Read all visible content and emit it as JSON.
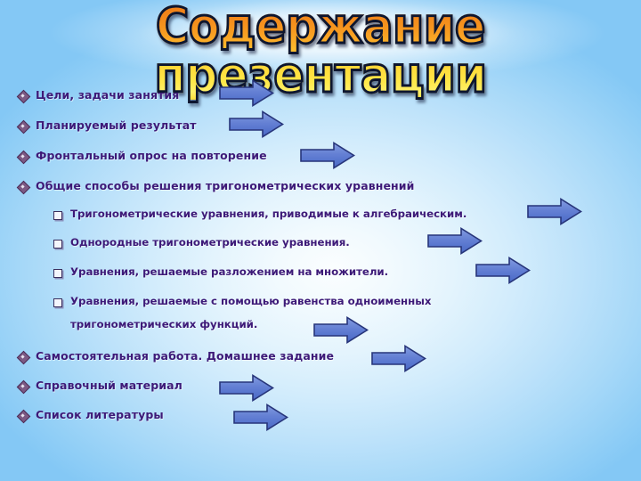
{
  "slide": {
    "title": "Содержание презентации",
    "title_colors": {
      "fill_top": "#ef7c16",
      "fill_bottom": "#ffe84a",
      "outline": "#0d1630"
    },
    "background": {
      "center": "#fbfeff",
      "edge": "#84c8f5"
    },
    "text_color": "#3d1a78",
    "arrow_color": "#5b78cf",
    "arrow_outline": "#2a3a80"
  },
  "outline": {
    "items": [
      {
        "level": 1,
        "bullet": "diamond-bullet",
        "text": "Цели, задачи занятия"
      },
      {
        "level": 1,
        "bullet": "diamond-bullet",
        "text": "Планируемый результат"
      },
      {
        "level": 1,
        "bullet": "diamond-bullet",
        "text": "Фронтальный опрос на повторение"
      },
      {
        "level": 1,
        "bullet": "diamond-bullet",
        "text": "Общие способы решения тригонометрических уравнений"
      },
      {
        "level": 2,
        "bullet": "square-bullet",
        "text": "Тригонометрические уравнения, приводимые к алгебраическим."
      },
      {
        "level": 2,
        "bullet": "square-bullet",
        "text": "Однородные тригонометрические уравнения."
      },
      {
        "level": 2,
        "bullet": "square-bullet",
        "text": "Уравнения, решаемые разложением на множители."
      },
      {
        "level": 2,
        "bullet": "square-bullet",
        "text": "Уравнения, решаемые с помощью равенства одноименных",
        "text_line2": "тригонометрических функций."
      },
      {
        "level": 1,
        "bullet": "diamond-bullet",
        "text": "Самостоятельная работа. Домашнее задание"
      },
      {
        "level": 1,
        "bullet": "diamond-bullet",
        "text": "Справочный материал"
      },
      {
        "level": 1,
        "bullet": "diamond-bullet",
        "text": "Список литературы"
      }
    ]
  },
  "arrows": [
    {
      "name": "arrow-1"
    },
    {
      "name": "arrow-2"
    },
    {
      "name": "arrow-3"
    },
    {
      "name": "arrow-4"
    },
    {
      "name": "arrow-5"
    },
    {
      "name": "arrow-6"
    },
    {
      "name": "arrow-7"
    },
    {
      "name": "arrow-8"
    },
    {
      "name": "arrow-9"
    },
    {
      "name": "arrow-10"
    }
  ]
}
